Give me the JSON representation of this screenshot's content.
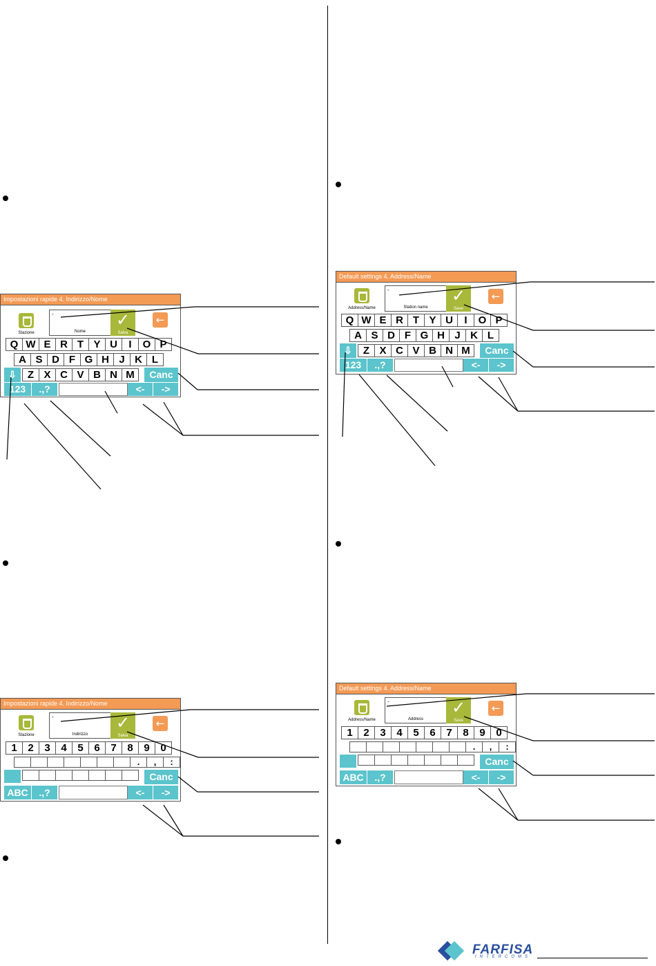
{
  "logo": {
    "brand": "FARFISA",
    "sub": "INTERCOMS"
  },
  "panels": {
    "p1": {
      "title": "Impostazioni rapide 4. Indirizzo/Nome",
      "station_label": "Stazione",
      "cursor": "-",
      "field_label": "Nome",
      "save_label": "Salva",
      "rows": [
        [
          "Q",
          "W",
          "E",
          "R",
          "T",
          "Y",
          "U",
          "I",
          "O",
          "P"
        ],
        [
          "A",
          "S",
          "D",
          "F",
          "G",
          "H",
          "J",
          "K",
          "L"
        ],
        [
          "Z",
          "X",
          "C",
          "V",
          "B",
          "N",
          "M"
        ]
      ],
      "shift": "⇩",
      "canc": "Canc",
      "mode": "123",
      "punct": ".,?",
      "left": "<-",
      "right": "->"
    },
    "p2": {
      "title": "Default settings 4. Address/Name",
      "station_label": "Address/Name",
      "cursor": "-",
      "field_label": "Station name",
      "save_label": "Save",
      "rows": [
        [
          "Q",
          "W",
          "E",
          "R",
          "T",
          "Y",
          "U",
          "I",
          "O",
          "P"
        ],
        [
          "A",
          "S",
          "D",
          "F",
          "G",
          "H",
          "J",
          "K",
          "L"
        ],
        [
          "Z",
          "X",
          "C",
          "V",
          "B",
          "N",
          "M"
        ]
      ],
      "shift": "⇩",
      "canc": "Canc",
      "mode": "123",
      "punct": ".,?",
      "left": "<-",
      "right": "->"
    },
    "p3": {
      "title": "Impostazioni rapide 4. Indirizzo/Nome",
      "station_label": "Stazione",
      "cursor": "-",
      "field_label": "Indirizzo",
      "save_label": "Salva",
      "rows": [
        [
          "1",
          "2",
          "3",
          "4",
          "5",
          "6",
          "7",
          "8",
          "9",
          "0"
        ],
        [
          "",
          "",
          "",
          "",
          "",
          "",
          "",
          ".",
          ",",
          ":"
        ],
        [
          "",
          "",
          "",
          "",
          "",
          "",
          "",
          ""
        ]
      ],
      "canc": "Canc",
      "mode": "ABC",
      "punct": ".,?",
      "left": "<-",
      "right": "->"
    },
    "p4": {
      "title": "Default settings 4. Address/Name",
      "station_label": "Address/Name",
      "cursor": "-",
      "field_label": "Address",
      "save_label": "Save",
      "rows": [
        [
          "1",
          "2",
          "3",
          "4",
          "5",
          "6",
          "7",
          "8",
          "9",
          "0"
        ],
        [
          "",
          "",
          "",
          "",
          "",
          "",
          "",
          ".",
          ",",
          ":"
        ],
        [
          "",
          "",
          "",
          "",
          "",
          "",
          "",
          ""
        ]
      ],
      "canc": "Canc",
      "mode": "ABC",
      "punct": ".,?",
      "left": "<-",
      "right": "->"
    }
  }
}
